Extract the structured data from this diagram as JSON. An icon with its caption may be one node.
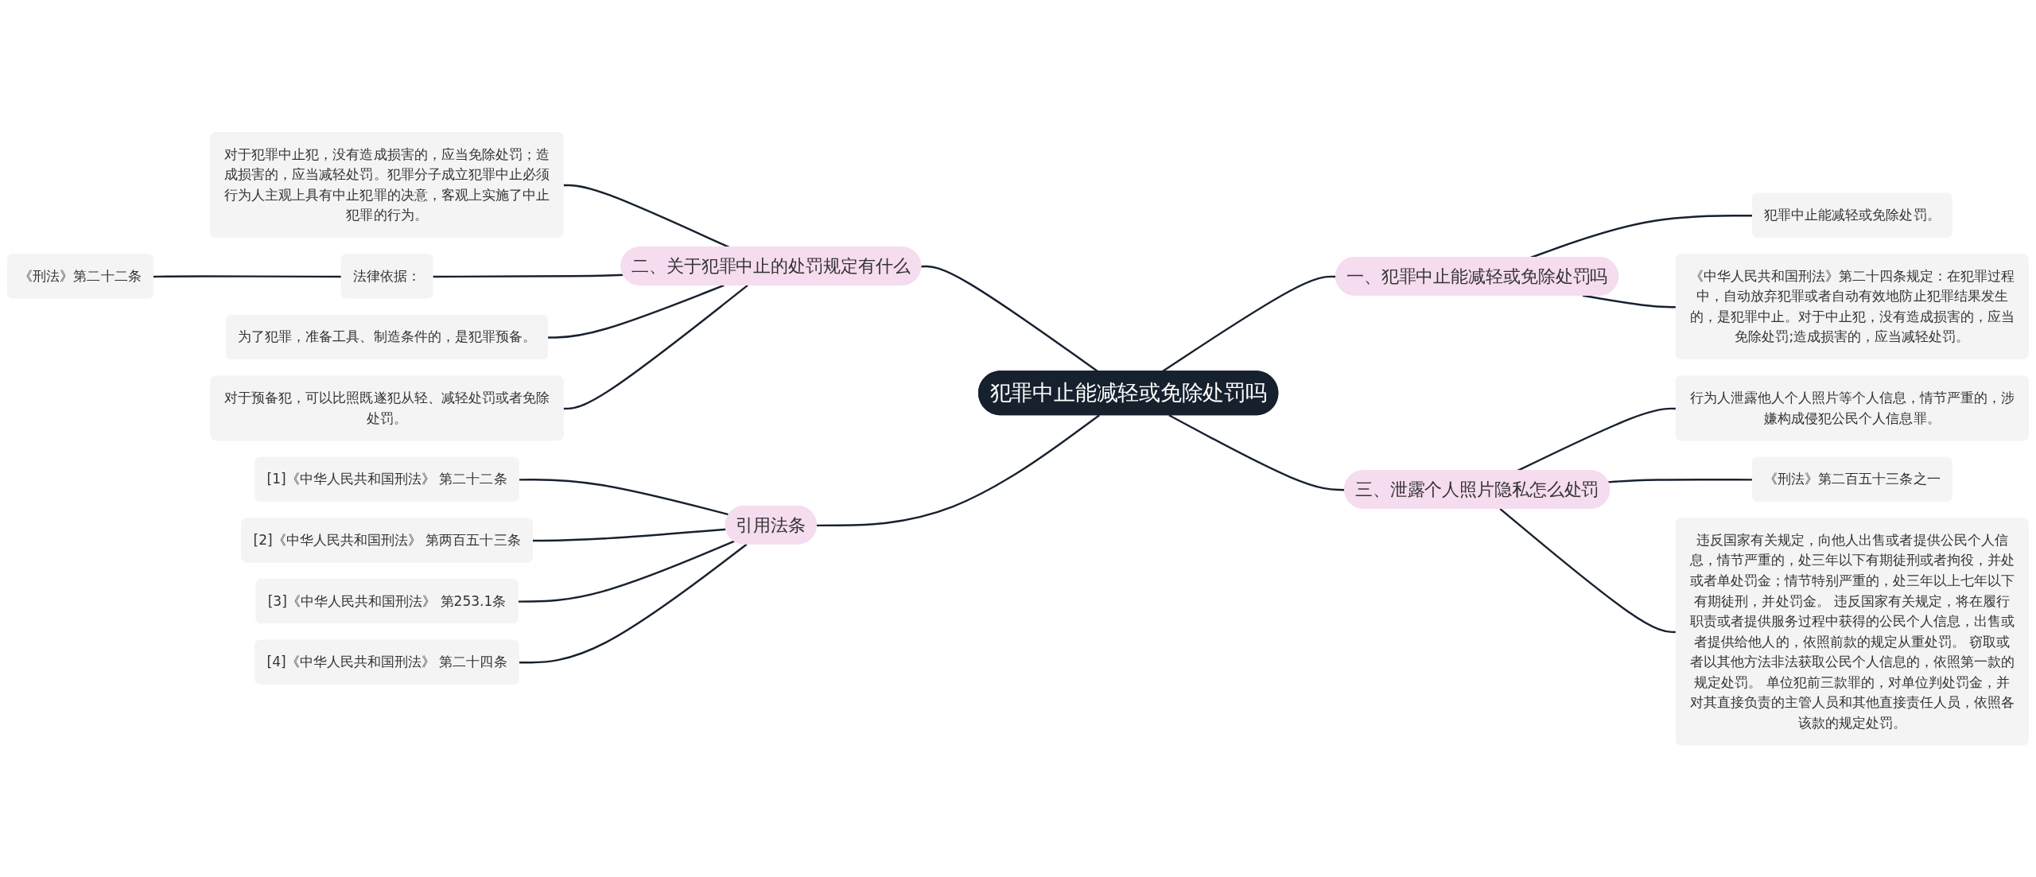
{
  "diagram": {
    "nodes": [
      {
        "text": [
          "犯罪中止能减轻或免除处罚吗"
        ]
      },
      {
        "text": [
          "二、关于犯罪中止的处罚规定有什么"
        ]
      },
      {
        "text": [
          "对于犯罪中止犯，没有造成损害的，应当免除处罚；造成损害的，应当减轻处罚。犯罪分子成立犯罪中止必须行为人主观上具有中止犯罪的决意，客观上实施了中止犯罪的行为。"
        ]
      },
      {
        "text": [
          "法律依据："
        ]
      },
      {
        "text": [
          "《刑法》第二十二条"
        ]
      },
      {
        "text": [
          "为了犯罪，准备工具、制造条件的，是犯罪预备。"
        ]
      },
      {
        "text": [
          "对于预备犯，可以比照既遂犯从轻、减轻处罚或者免除处罚。"
        ]
      },
      {
        "text": [
          "引用法条"
        ]
      },
      {
        "text": [
          "[1]《中华人民共和国刑法》 第二十二条"
        ]
      },
      {
        "text": [
          "[2]《中华人民共和国刑法》 第两百五十三条"
        ]
      },
      {
        "text": [
          "[3]《中华人民共和国刑法》 第253.1条"
        ]
      },
      {
        "text": [
          "[4]《中华人民共和国刑法》 第二十四条"
        ]
      },
      {
        "text": [
          "一、犯罪中止能减轻或免除处罚吗"
        ]
      },
      {
        "text": [
          "犯罪中止能减轻或免除处罚。"
        ]
      },
      {
        "text": [
          "《中华人民共和国刑法》第二十四条规定：在犯罪过程中，自动放弃犯罪或者自动有效地防止犯罪结果发生的，是犯罪中止。对于中止犯，没有造成损害的，应当免除处罚;造成损害的，应当减轻处罚。"
        ]
      },
      {
        "text": [
          "三、泄露个人照片隐私怎么处罚"
        ]
      },
      {
        "text": [
          "行为人泄露他人个人照片等个人信息，情节严重的，涉嫌构成侵犯公民个人信息罪。"
        ]
      },
      {
        "text": [
          "《刑法》第二百五十三条之一"
        ]
      },
      {
        "text": [
          "违反国家有关规定，向他人出售或者提供公民个人信息，情节严重的，处三年以下有期徒刑或者拘役，并处或者单处罚金；情节特别严重的，处三年以上七年以下有期徒刑，并处罚金。 违反国家有关规定，将在履行职责或者提供服务过程中获得的公民个人信息，出售或者提供给他人的，依照前款的规定从重处罚。 窃取或者以其他方法非法获取公民个人信息的，依照第一款的规定处罚。 单位犯前三款罪的，对单位判处罚金，并对其直接负责的主管人员和其他直接责任人员，依照各该款的规定处罚。"
        ]
      }
    ],
    "edges": [
      {
        "from": 1,
        "to": 0,
        "arrow": "none"
      },
      {
        "from": 2,
        "to": 1,
        "arrow": "none"
      },
      {
        "from": 3,
        "to": 1,
        "arrow": "none"
      },
      {
        "from": 4,
        "to": 3,
        "arrow": "none"
      },
      {
        "from": 5,
        "to": 1,
        "arrow": "none"
      },
      {
        "from": 6,
        "to": 1,
        "arrow": "none"
      },
      {
        "from": 7,
        "to": 0,
        "arrow": "none"
      },
      {
        "from": 8,
        "to": 7,
        "arrow": "none"
      },
      {
        "from": 9,
        "to": 7,
        "arrow": "none"
      },
      {
        "from": 10,
        "to": 7,
        "arrow": "none"
      },
      {
        "from": 11,
        "to": 7,
        "arrow": "none"
      },
      {
        "from": 0,
        "to": 12,
        "arrow": "none"
      },
      {
        "from": 12,
        "to": 13,
        "arrow": "none"
      },
      {
        "from": 12,
        "to": 14,
        "arrow": "none"
      },
      {
        "from": 0,
        "to": 15,
        "arrow": "none"
      },
      {
        "from": 15,
        "to": 16,
        "arrow": "none"
      },
      {
        "from": 15,
        "to": 17,
        "arrow": "none"
      },
      {
        "from": 15,
        "to": 18,
        "arrow": "none"
      }
    ]
  }
}
